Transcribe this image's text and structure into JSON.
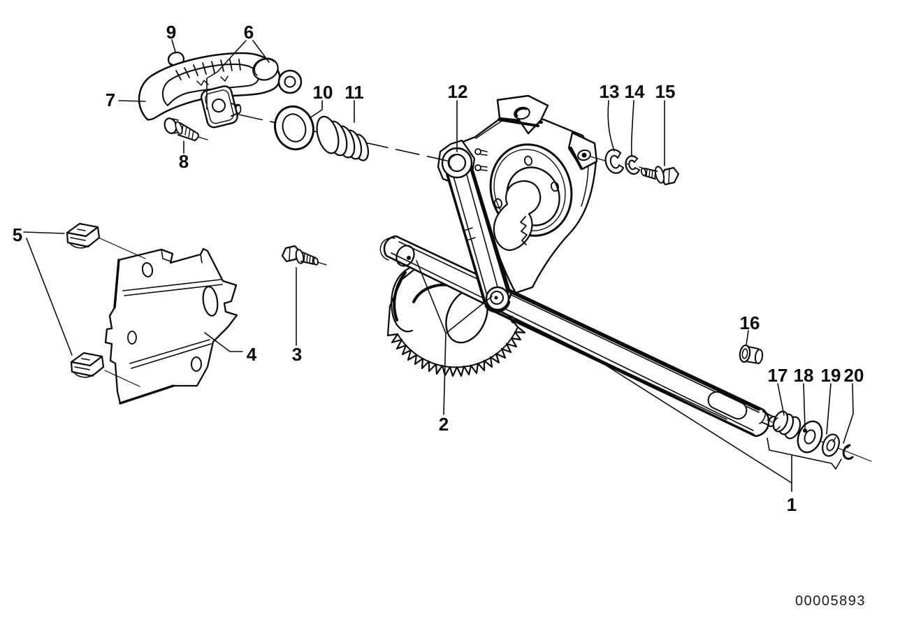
{
  "figure_code": "00005893",
  "colors": {
    "background": "#ffffff",
    "line": "#0a0a0a",
    "label": "#0a0a0a"
  },
  "callouts": [
    {
      "label": "1"
    },
    {
      "label": "2"
    },
    {
      "label": "3"
    },
    {
      "label": "4"
    },
    {
      "label": "5"
    },
    {
      "label": "6"
    },
    {
      "label": "7"
    },
    {
      "label": "8"
    },
    {
      "label": "9"
    },
    {
      "label": "10"
    },
    {
      "label": "11"
    },
    {
      "label": "12"
    },
    {
      "label": "13"
    },
    {
      "label": "14"
    },
    {
      "label": "15"
    },
    {
      "label": "16"
    },
    {
      "label": "17"
    },
    {
      "label": "18"
    },
    {
      "label": "19"
    },
    {
      "label": "20"
    }
  ]
}
